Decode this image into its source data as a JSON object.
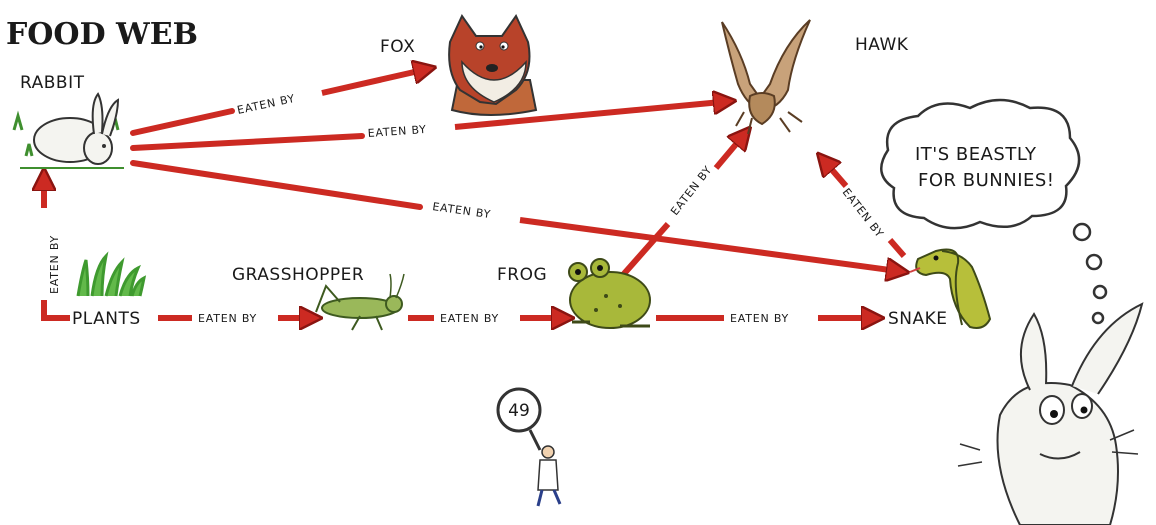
{
  "title": "FOOD WEB",
  "nodes": {
    "rabbit": "RABBIT",
    "fox": "FOX",
    "hawk": "HAWK",
    "plants": "PLANTS",
    "grasshopper": "GRASSHOPPER",
    "frog": "FROG",
    "snake": "SNAKE"
  },
  "edges": [
    {
      "from": "rabbit",
      "to": "fox",
      "label": "EATEN BY"
    },
    {
      "from": "rabbit",
      "to": "hawk",
      "label": "EATEN BY"
    },
    {
      "from": "rabbit",
      "to": "snake",
      "label": "EATEN BY"
    },
    {
      "from": "plants",
      "to": "rabbit",
      "label": "EATEN BY"
    },
    {
      "from": "plants",
      "to": "grasshopper",
      "label": "EATEN BY"
    },
    {
      "from": "grasshopper",
      "to": "frog",
      "label": "EATEN BY"
    },
    {
      "from": "frog",
      "to": "hawk",
      "label": "EATEN BY"
    },
    {
      "from": "frog",
      "to": "snake",
      "label": "EATEN BY"
    },
    {
      "from": "snake",
      "to": "hawk",
      "label": "EATEN BY"
    }
  ],
  "speech_bubble": {
    "line1": "IT'S BEASTLY",
    "line2": "FOR BUNNIES!"
  },
  "page_number": "49",
  "colors": {
    "arrow": "#cc2a22",
    "arrow_dark": "#8a1410",
    "ink": "#1a1a1a"
  }
}
